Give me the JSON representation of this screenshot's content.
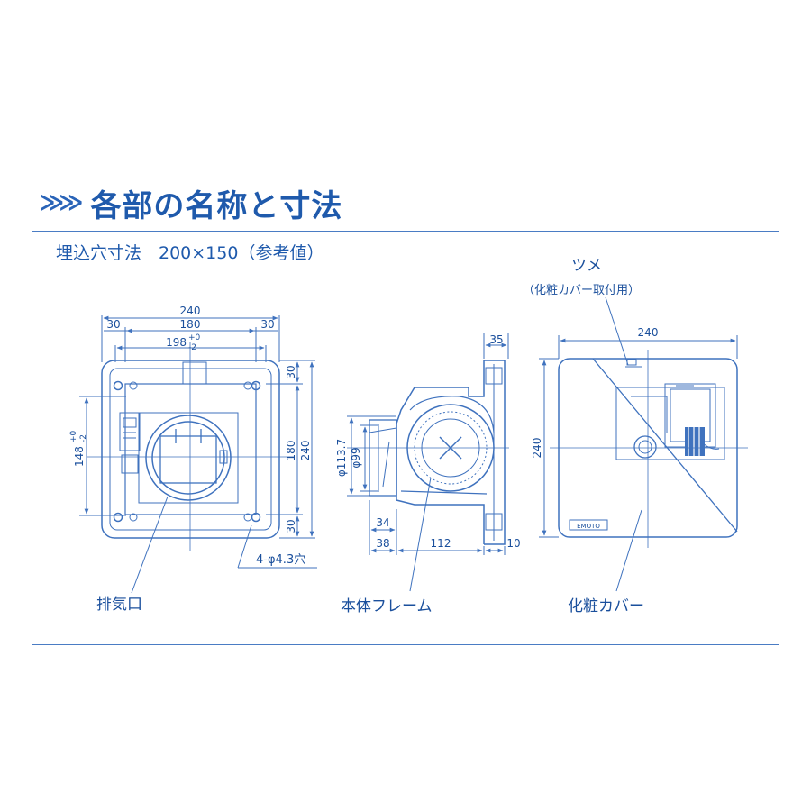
{
  "header": {
    "chevrons": "≫≫",
    "title": "各部の名称と寸法"
  },
  "subtitle": "埋込穴寸法　200×150（参考値）",
  "front_view": {
    "dim_total_width": "240",
    "dim_left_flange": "30",
    "dim_inner_width": "180",
    "dim_right_flange": "30",
    "dim_opening_main": "198",
    "dim_opening_tol_upper": "+0",
    "dim_opening_tol_lower": "-2",
    "dim_top_flange": "30",
    "dim_inner_height": "180",
    "dim_bottom_flange": "30",
    "dim_total_height": "240",
    "dim_left_main": "148",
    "dim_left_tol_upper": "+0",
    "dim_left_tol_lower": "-2",
    "hole_note": "4-φ4.3穴",
    "exhaust_label": "排気口"
  },
  "side_view": {
    "dim_top": "35",
    "dim_phi_outer": "φ113.7",
    "dim_phi_inner": "φ99",
    "dim_34": "34",
    "dim_38": "38",
    "dim_112": "112",
    "dim_10": "10",
    "frame_label": "本体フレーム"
  },
  "cover_view": {
    "claw_label": "ツメ",
    "claw_note": "（化粧カバー取付用）",
    "dim_width": "240",
    "dim_height": "240",
    "brand": "EMOTO",
    "cover_label": "化粧カバー"
  },
  "colors": {
    "ink": "#1a4f9c",
    "line": "#3f72be"
  }
}
